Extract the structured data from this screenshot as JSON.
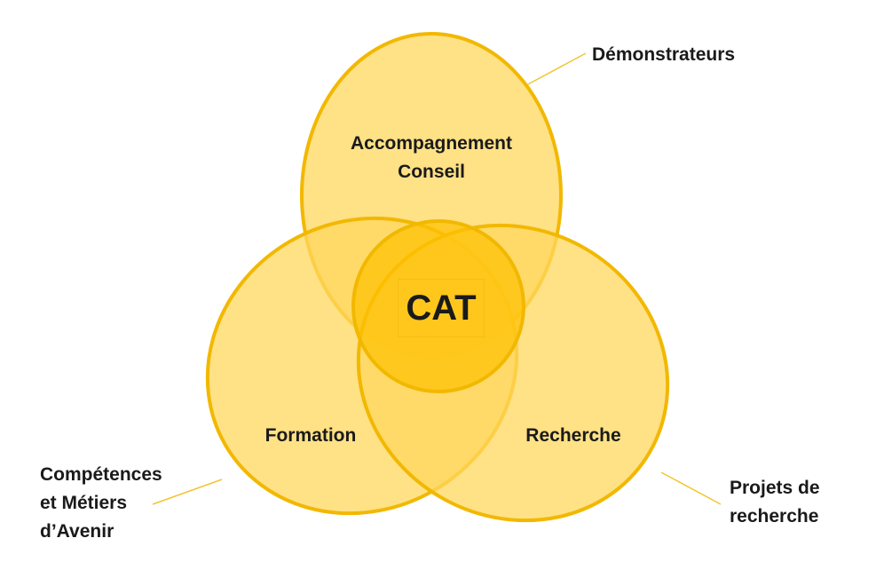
{
  "colors": {
    "fill": "#FFD75E",
    "stroke": "#F2B800",
    "center_fill": "#FFC000",
    "connector": "#F2C533",
    "text": "#1a1a1a"
  },
  "center": {
    "label": "CAT"
  },
  "circles": {
    "top": {
      "line1": "Accompagnement",
      "line2": "Conseil"
    },
    "left": {
      "label": "Formation"
    },
    "right": {
      "label": "Recherche"
    }
  },
  "outer_labels": {
    "top_right": "Démonstrateurs",
    "bottom_left": {
      "line1": "Compétences",
      "line2": "et Métiers",
      "line3": "d’Avenir"
    },
    "bottom_right": {
      "line1": "Projets de",
      "line2": "recherche"
    }
  }
}
